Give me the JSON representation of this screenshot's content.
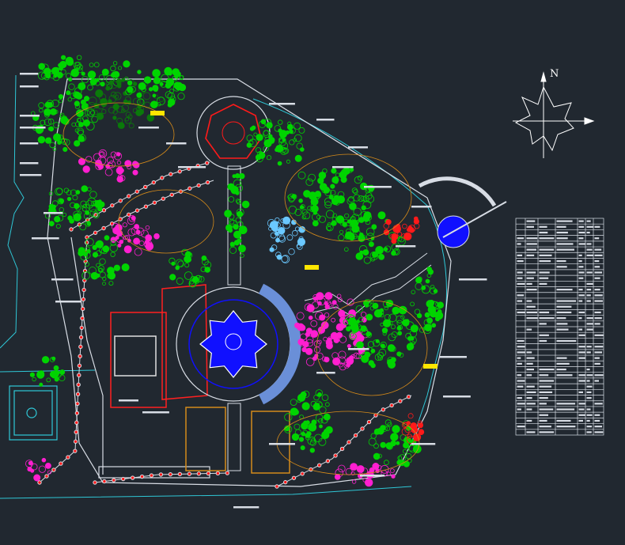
{
  "compass": {
    "north_label": "N"
  },
  "colors": {
    "background": "#212830",
    "tree": "#00d400",
    "tree_dark": "#0a7a0a",
    "flower_magenta": "#ff1fd0",
    "flower_red": "#ff1a1a",
    "water_blue": "#1010ff",
    "path_white": "#d8dde5",
    "boundary_cyan": "#2fc7d6",
    "contour_orange": "#d48a1a",
    "accent_yellow": "#ffe600"
  },
  "plant_table": {
    "rows": 38,
    "columns": 7
  }
}
